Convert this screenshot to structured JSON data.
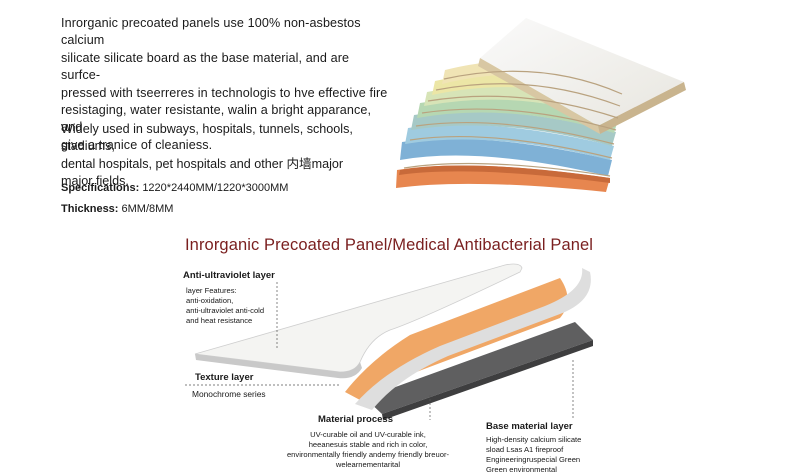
{
  "intro": {
    "lines": [
      "Inrorganic precoated panels use 100% non-asbestos calcium",
      "silicate silicate board as the base material, and are surfce-",
      "pressed with tseerreres in technologis to hve effective fire",
      "resistaging, water resistante, walin a bright apparance, and",
      "give a tranice of cleaniess."
    ]
  },
  "usage": {
    "lines": [
      "Widely used in subways, hospitals, tunnels, schools, stadiums,",
      "dental hospitals, pet hospitals and other 内墙major",
      "major fields."
    ]
  },
  "specs": {
    "spec_label": "Specifications:",
    "spec_value": "1220*2440MM/1220*3000MM",
    "thickness_label": "Thickness:",
    "thickness_value": "6MM/8MM"
  },
  "diagram": {
    "title": "Inrorganic Precoated Panel/Medical Antibacterial Panel",
    "anti_uv": {
      "label": "Anti-ultraviolet layer",
      "features": [
        "layer Features:",
        "anti-oxidation,",
        "anti-ultraviolet anti-cold",
        "and heat resistance"
      ]
    },
    "texture": {
      "label": "Texture layer",
      "sub": "Monochrome series"
    },
    "material": {
      "label": "Material process",
      "desc": [
        "UV-curable oil and UV-curable ink,",
        "heeanesuis stable and rich in color,",
        "environmentally friendly andemy friendly breuor-",
        "welearnementarital"
      ]
    },
    "base": {
      "label": "Base material layer",
      "desc": [
        "High-density calcium silicate",
        "sload Lsas A1 fireproof",
        "Engineeringruspecial Green",
        "Green environmental"
      ]
    }
  },
  "colors": {
    "title": "#7a1f1f",
    "board_layers": [
      "#e7864f",
      "#7fb1d6",
      "#9fcbe0",
      "#a6c9c6",
      "#b6d7b2",
      "#d7e4b7",
      "#ece6a6",
      "#f0e4b5",
      "#f1f0e6"
    ],
    "orange_layer": "#f0a766",
    "base_layer": "#5f5f60"
  }
}
